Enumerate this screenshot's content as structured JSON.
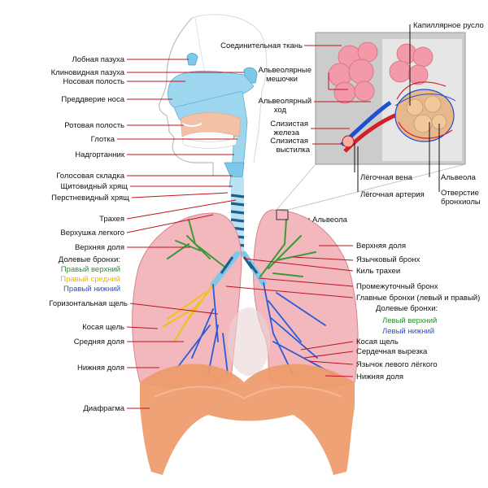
{
  "labels_left": {
    "frontal_sinus": "Лобная пазуха",
    "sphenoid_sinus": "Клиновидная пазуха",
    "nasal_cavity": "Носовая полость",
    "nasal_vestibule": "Преддверие носа",
    "oral_cavity": "Ротовая полость",
    "pharynx": "Глотка",
    "epiglottis": "Надгортанник",
    "vocal_fold": "Голосовая складка",
    "thyroid_cartilage": "Щитовидный хрящ",
    "cricoid_cartilage": "Перстневидный хрящ",
    "trachea": "Трахея",
    "lung_apex": "Верхушка легкого",
    "upper_lobe": "Верхняя доля",
    "lobar_bronchi_title": "Долевые бронхи:",
    "right_upper": "Правый верхний",
    "right_middle": "Правый средний",
    "right_lower": "Правый нижний",
    "horizontal_fissure": "Горизонтальная щель",
    "oblique_fissure": "Косая щель",
    "middle_lobe": "Средняя доля",
    "lower_lobe": "Нижняя доля",
    "diaphragm": "Диафрагма"
  },
  "labels_inset": {
    "connective_tissue": "Соединительная ткань",
    "capillary_bed": "Капиллярное русло",
    "alveolar_sacs_1": "Альвеолярные",
    "alveolar_sacs_2": "мешочки",
    "alveolar_duct_1": "Альвеолярный",
    "alveolar_duct_2": "ход",
    "mucous_gland_1": "Слизистая",
    "mucous_gland_2": "железа",
    "mucous_lining_1": "Слизистая",
    "mucous_lining_2": "выстилка",
    "pulmonary_vein": "Лёгочная вена",
    "pulmonary_artery": "Лёгочная артерия",
    "alveolus": "Альвеола",
    "bronchiole_opening_1": "Отверстие",
    "bronchiole_opening_2": "бронхиолы"
  },
  "labels_right": {
    "alveolus": "Альвеола",
    "upper_lobe": "Верхняя доля",
    "lingular_bronchus": "Язычковый бронх",
    "carina": "Киль трахеи",
    "intermediate_bronchus": "Промежуточный бронх",
    "main_bronchi": "Главные бронхи (левый и правый)",
    "lobar_bronchi_title": "Долевые бронхи:",
    "left_upper": "Левый верхний",
    "left_lower": "Левый нижний",
    "oblique_fissure": "Косая щель",
    "cardiac_notch": "Сердечная вырезка",
    "lingula": "Язычок левого лёгкого",
    "lower_lobe": "Нижняя доля"
  },
  "colors": {
    "leader_red": "#c0121f",
    "lung_pink": "#f2b8bd",
    "lung_edge": "#d9838b",
    "airway_blue": "#7ec8e8",
    "bronchus_green": "#3c9a3a",
    "bronchus_yellow": "#f0c020",
    "bronchus_blue": "#2a5bd7",
    "diaphragm": "#ee9a6a",
    "legend_green": "#2e8b2e",
    "legend_yellow": "#e8b800",
    "legend_blue": "#2a4fd6"
  }
}
